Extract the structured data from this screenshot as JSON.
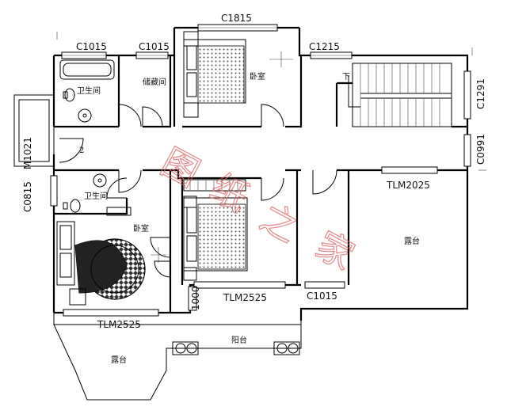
{
  "window_labels": {
    "c1015_a": "C1015",
    "c1015_b": "C1015",
    "c1815": "C1815",
    "c1215": "C1215",
    "c1291": "C1291",
    "c0991": "C0991",
    "m1021": "M1021",
    "c0815": "C0815",
    "tlm2025": "TLM2025",
    "tlm2525_a": "TLM2525",
    "tlm2525_b": "TLM2525",
    "c1015_c": "C1015",
    "dim_1000": "1000"
  },
  "rooms": {
    "bathroom_1": "卫生间",
    "storage": "储藏间",
    "bedroom_1": "卧室",
    "stair_down": "下",
    "door_number": "2",
    "bathroom_2": "卫生间",
    "bedroom_2": "卧室",
    "terrace_right": "露台",
    "balcony": "阳台",
    "terrace_left": "露台"
  },
  "watermark": {
    "c1": "图",
    "c2": "纸",
    "c3": "之",
    "c4": "家"
  },
  "colors": {
    "line": "#000000",
    "watermark": "#e06060",
    "background": "#ffffff"
  }
}
